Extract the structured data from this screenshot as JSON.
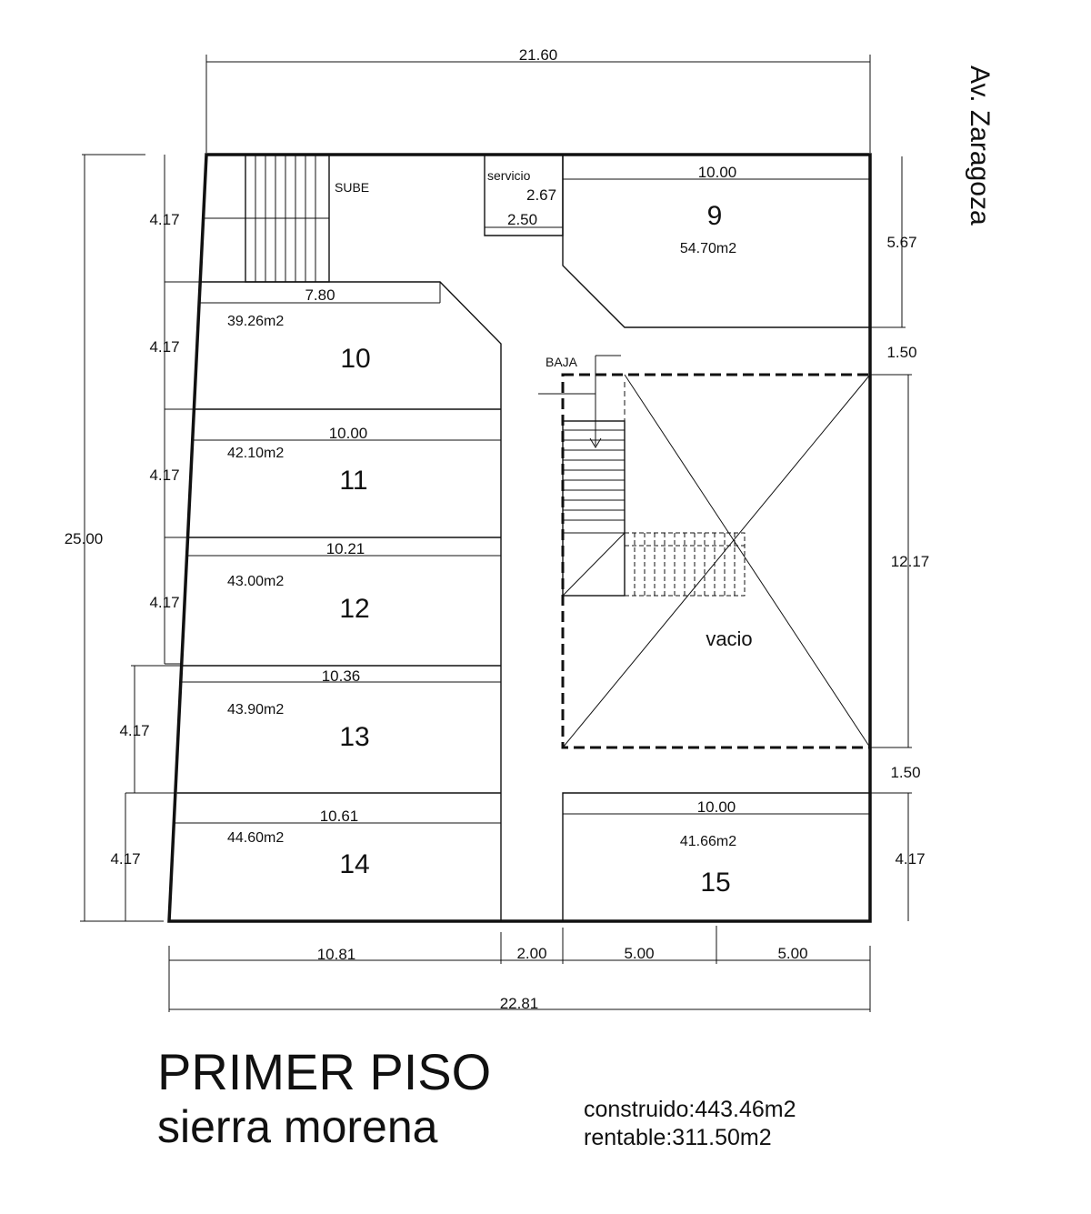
{
  "street": "Av. Zaragoza",
  "title": "PRIMER PISO",
  "subtitle": "sierra morena",
  "stats": {
    "built": "construido:443.46m2",
    "rentable": "rentable:311.50m2"
  },
  "labels": {
    "sube": "SUBE",
    "baja": "BAJA",
    "servicio": "servicio",
    "vacio": "vacio"
  },
  "units": [
    {
      "number": "9",
      "area": "54.70m2",
      "width": "10.00"
    },
    {
      "number": "10",
      "area": "39.26m2",
      "width": "7.80"
    },
    {
      "number": "11",
      "area": "42.10m2",
      "width": "10.00"
    },
    {
      "number": "12",
      "area": "43.00m2",
      "width": "10.21"
    },
    {
      "number": "13",
      "area": "43.90m2",
      "width": "10.36"
    },
    {
      "number": "14",
      "area": "44.60m2",
      "width": "10.61"
    },
    {
      "number": "15",
      "area": "41.66m2",
      "width": "10.00"
    }
  ],
  "dims": {
    "top_total": "21.60",
    "left_total": "25.00",
    "left_segments": [
      "4.17",
      "4.17",
      "4.17",
      "4.17",
      "4.17",
      "4.17"
    ],
    "right_segments": [
      "5.67",
      "1.50",
      "12.17",
      "1.50",
      "4.17"
    ],
    "servicio_h": "2.67",
    "servicio_w": "2.50",
    "bottom_segments": [
      "10.81",
      "2.00",
      "5.00",
      "5.00"
    ],
    "bottom_total": "22.81"
  }
}
